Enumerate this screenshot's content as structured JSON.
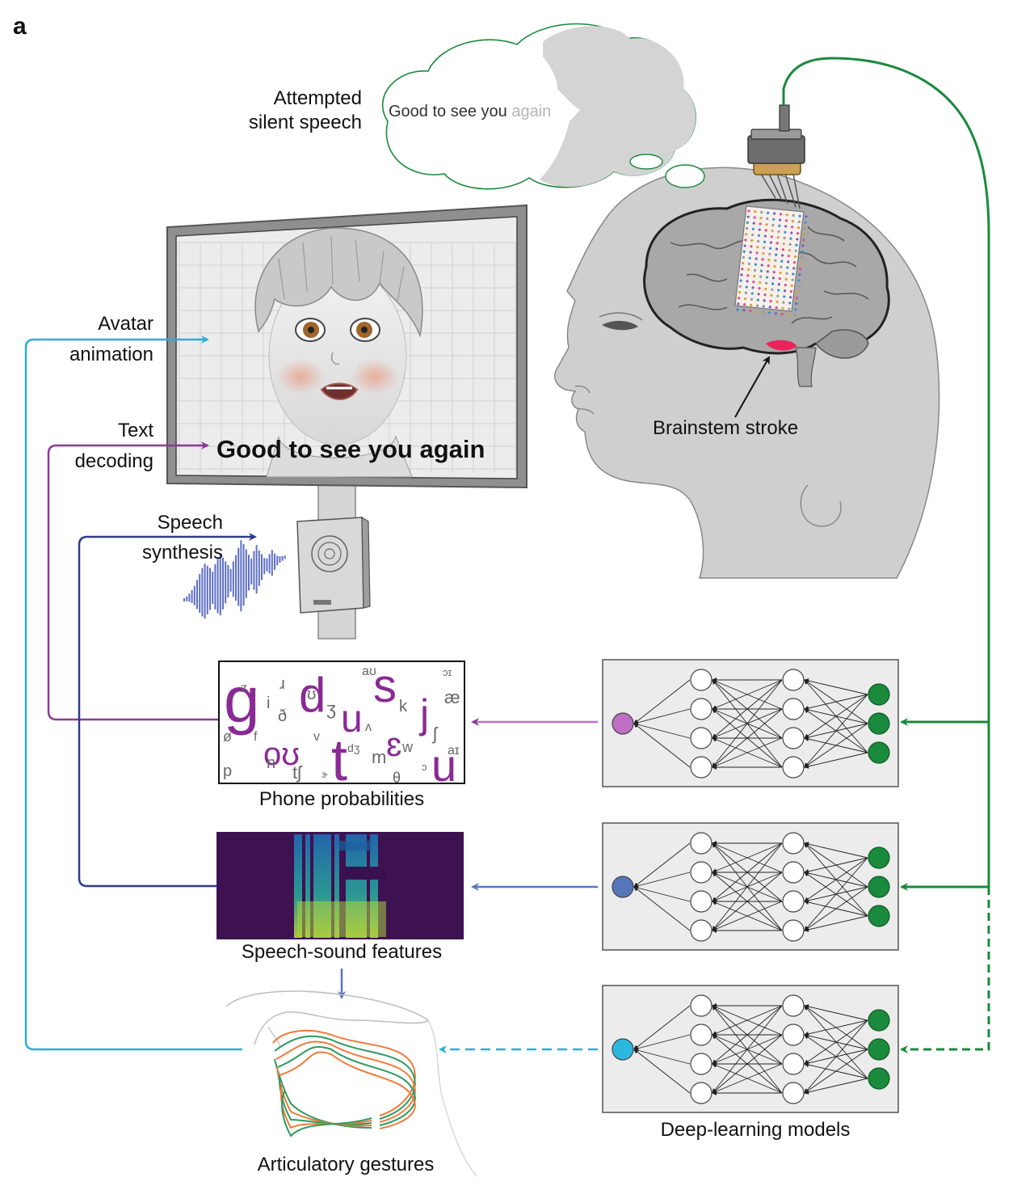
{
  "panel_label": "a",
  "thought": {
    "caption_line1": "Attempted",
    "caption_line2": "silent speech",
    "bubble_text_dark": "Good to see you ",
    "bubble_text_faded": "again"
  },
  "head": {
    "stroke_label": "Brainstem stroke"
  },
  "monitor": {
    "caption": "Good to see you again"
  },
  "outputs": {
    "avatar_line1": "Avatar",
    "avatar_line2": "animation",
    "text_line1": "Text",
    "text_line2": "decoding",
    "speech_line1": "Speech",
    "speech_line2": "synthesis"
  },
  "intermediates": {
    "phone_label": "Phone probabilities",
    "spectro_label": "Speech-sound features",
    "artic_label": "Articulatory gestures"
  },
  "phones": {
    "large": [
      "g",
      "d",
      "s",
      "j",
      "u",
      "oʊ",
      "t",
      "ɛ",
      "u"
    ],
    "small": [
      "ɹ",
      "z",
      "i",
      "ð",
      "ʊ",
      "ʒ",
      "aʊ",
      "k",
      "ʌ",
      "ɔɪ",
      "æ",
      "ʃ",
      "ø",
      "f",
      "v",
      "dʒ",
      "w",
      "aɪ",
      "n",
      "m",
      "p",
      "tʃ",
      "ɝ",
      "θ",
      "ɔ"
    ]
  },
  "models": {
    "label": "Deep-learning models"
  },
  "colors": {
    "avatar": "#2bafd6",
    "text": "#8e3a98",
    "speech": "#2e3a8c",
    "feature_arrow": "#5777bd",
    "neural": "#1a8a3c",
    "phones": "#8a2a94",
    "stroke": "#e8245a"
  }
}
